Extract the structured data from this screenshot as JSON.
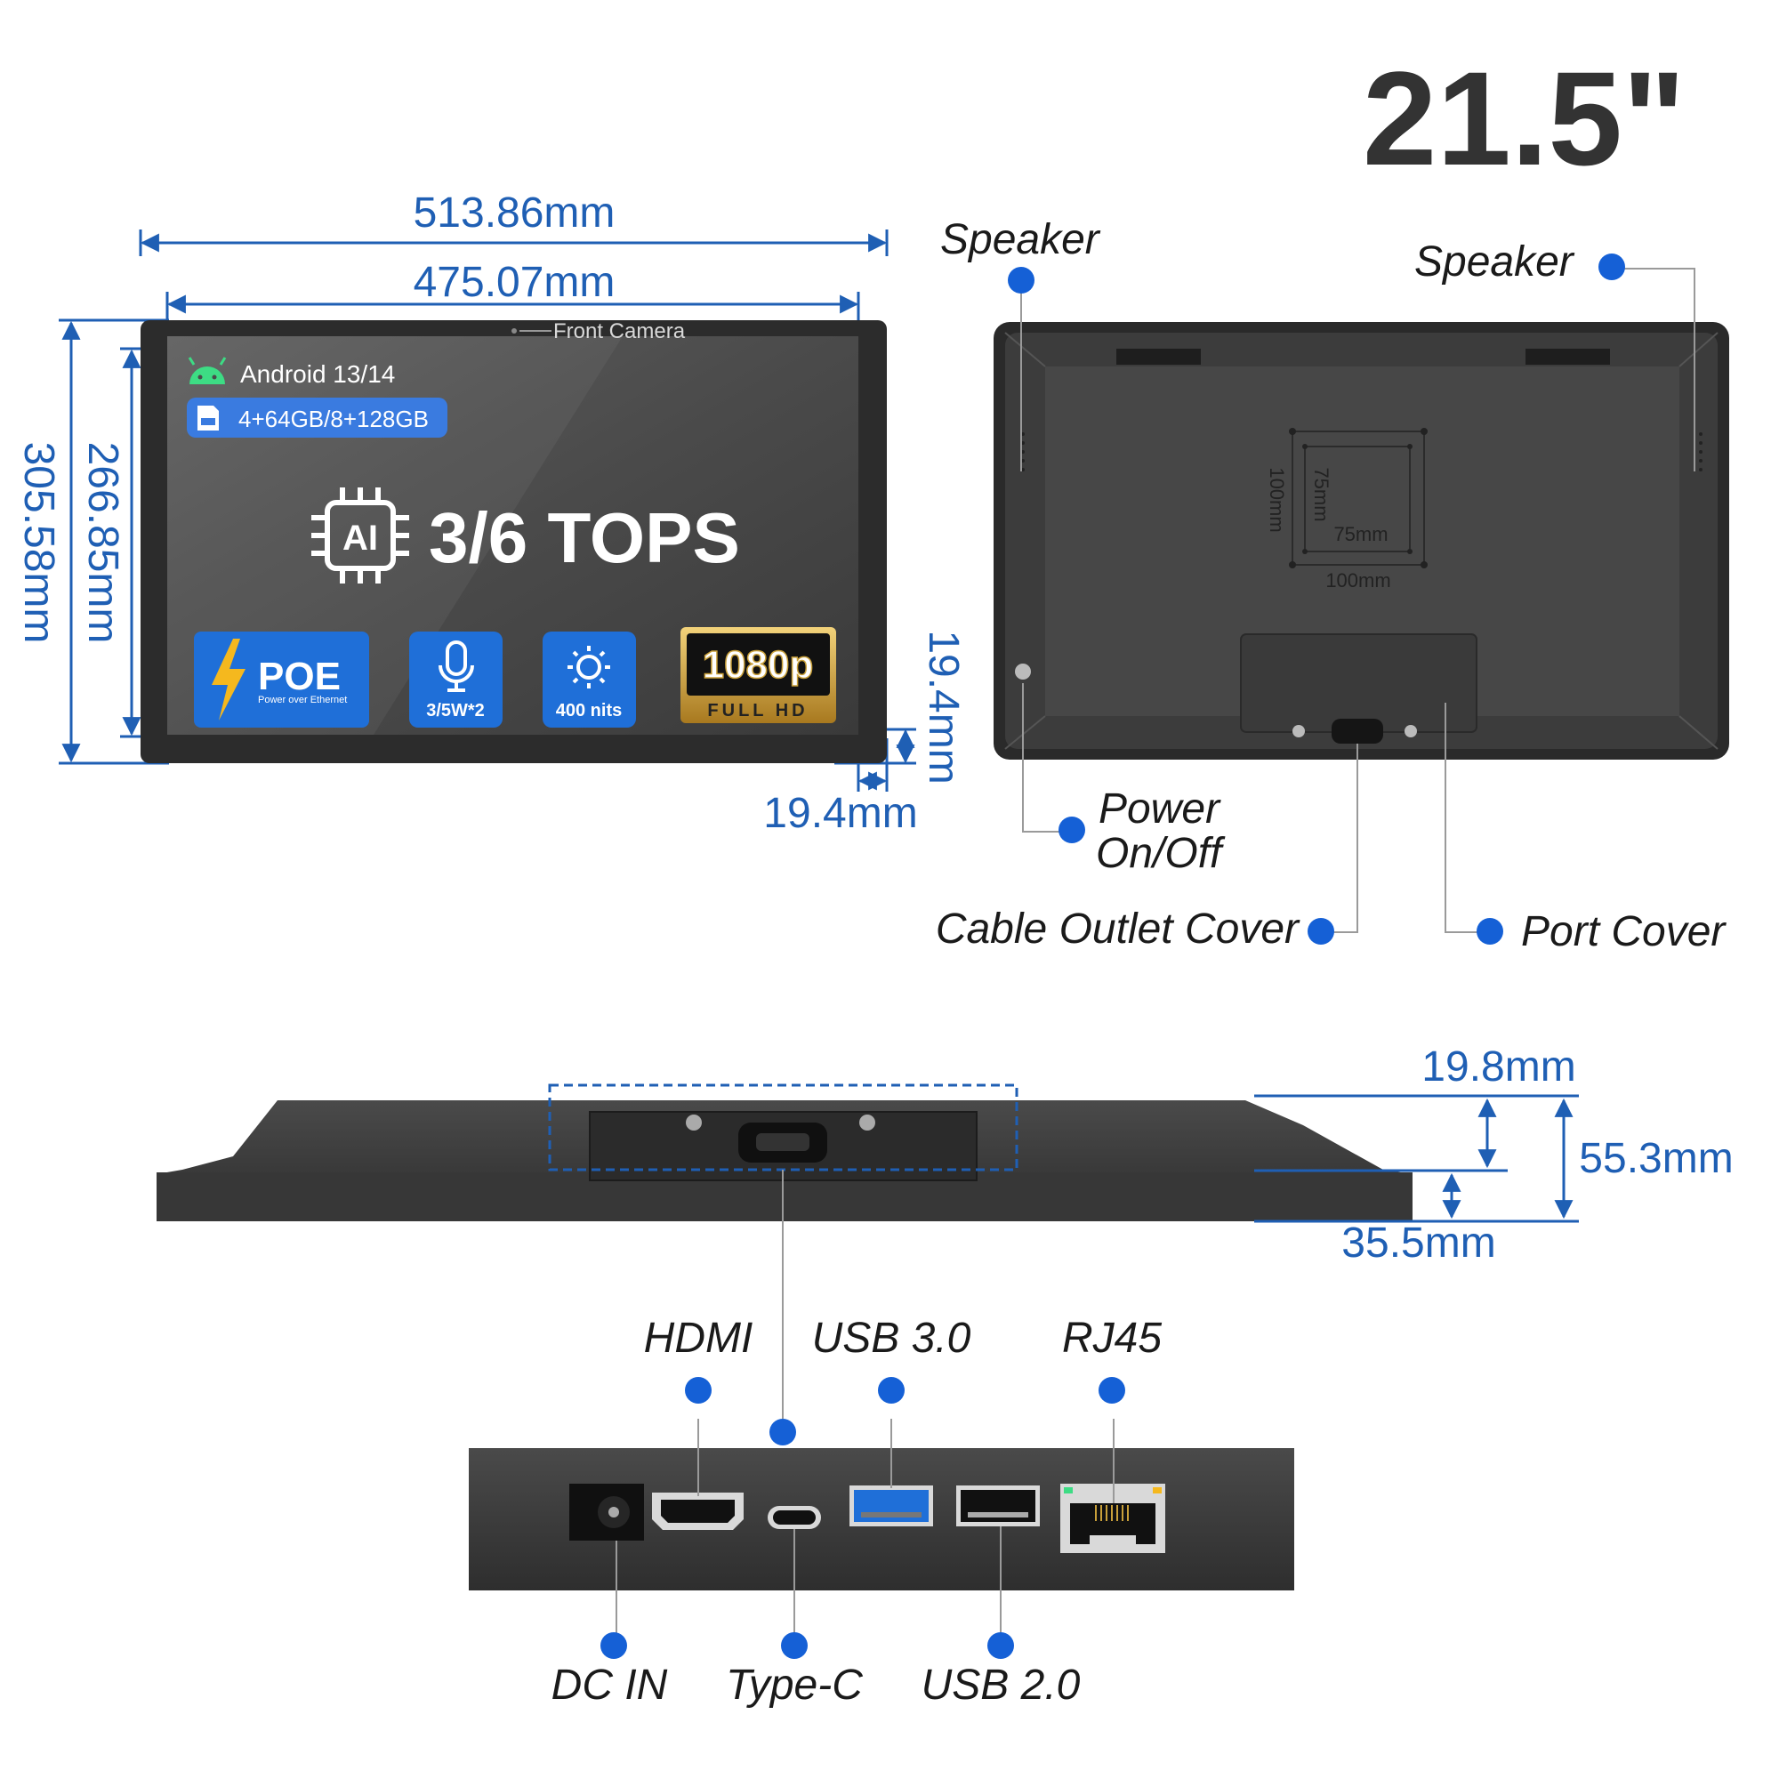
{
  "title": "21.5\"",
  "front": {
    "width_outer": "513.86mm",
    "width_inner": "475.07mm",
    "height_outer": "305.58mm",
    "height_inner": "266.85mm",
    "bezel_side": "19.4mm",
    "bezel_bottom": "19.4mm",
    "camera_label": "Front Camera",
    "os_label": "Android 13/14",
    "storage_label": "4+64GB/8+128GB",
    "ai_label": "AI",
    "tops_label": "3/6 TOPS",
    "badges": {
      "poe_title": "POE",
      "poe_sub": "Power over Ethernet",
      "speaker": "3/5W*2",
      "brightness": "400 nits",
      "res_main": "1080p",
      "res_sub": "FULL HD"
    }
  },
  "back": {
    "speaker_left": "Speaker",
    "speaker_right": "Speaker",
    "vesa_outer_w": "100mm",
    "vesa_outer_h": "100mm",
    "vesa_inner_w": "75mm",
    "vesa_inner_h": "75mm",
    "power_line1": "Power",
    "power_line2": "On/Off",
    "cable_cover": "Cable Outlet Cover",
    "port_cover": "Port Cover"
  },
  "side": {
    "depth_top": "19.8mm",
    "depth_total": "55.3mm",
    "depth_bottom": "35.5mm"
  },
  "ports": {
    "top": [
      "HDMI",
      "USB 3.0",
      "RJ45"
    ],
    "bottom": [
      "DC IN",
      "Type-C",
      "USB 2.0"
    ]
  },
  "colors": {
    "accent_blue": "#1f5fb4",
    "dot_blue": "#1560d6",
    "device_dark": "#3a3a3a",
    "gold": "#c9a03a"
  }
}
